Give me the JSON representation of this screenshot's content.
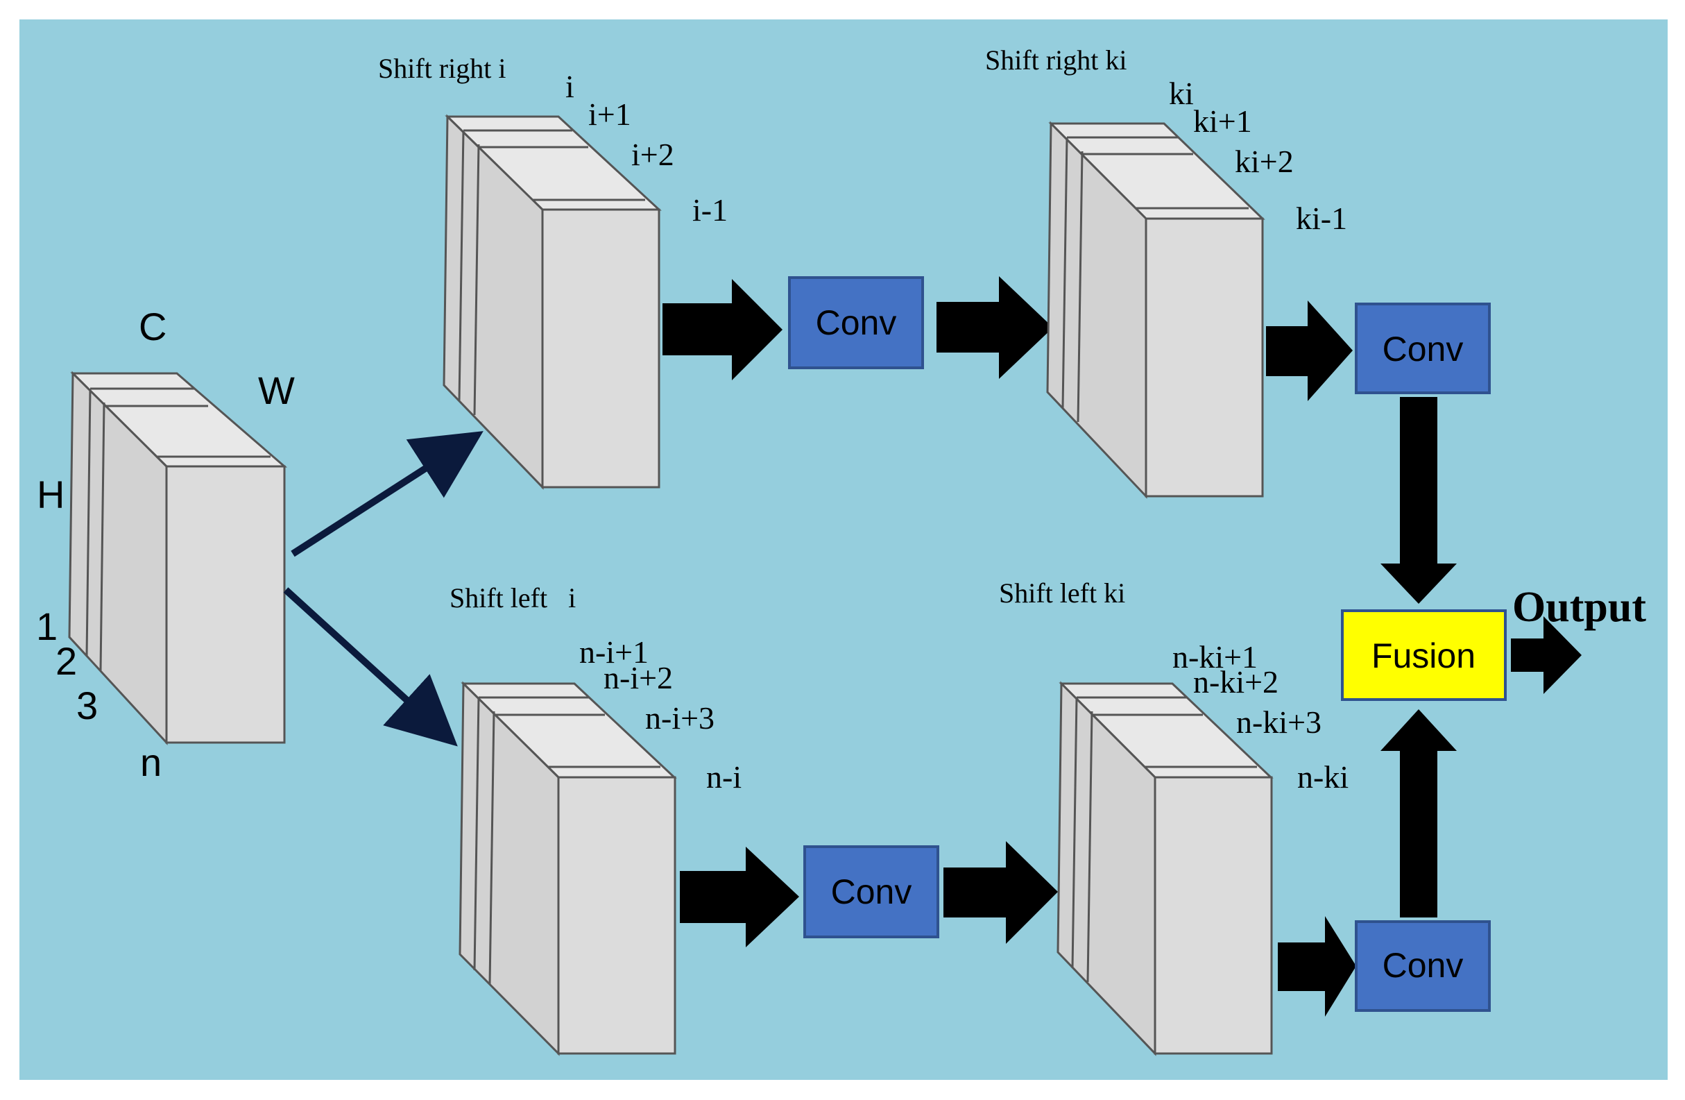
{
  "colors": {
    "background": "#ffffff",
    "panel": "#95cedd",
    "block_face": "#dcdcdc",
    "block_top": "#e8e8e8",
    "block_edge": "#555555",
    "conv_fill": "#4472c4",
    "conv_border": "#2f528f",
    "fusion_fill": "#ffff00",
    "arrow": "#000000",
    "thin_arrow": "#0b1a3c"
  },
  "input": {
    "label_c": "C",
    "label_w": "W",
    "label_h": "H",
    "index_1": "1",
    "index_2": "2",
    "index_3": "3",
    "index_n": "n"
  },
  "top_branch": {
    "title_1": "Shift right i",
    "slices_1": [
      "i",
      "i+1",
      "i+2",
      "i-1"
    ],
    "conv_1": "Conv",
    "title_2": "Shift right ki",
    "slices_2": [
      "ki",
      "ki+1",
      "ki+2",
      "ki-1"
    ],
    "conv_2": "Conv"
  },
  "bottom_branch": {
    "title_1": "Shift left   i",
    "slices_1": [
      "n-i+1",
      "n-i+2",
      "n-i+3",
      "n-i"
    ],
    "conv_1": "Conv",
    "title_2": "Shift left ki",
    "slices_2": [
      "n-ki+1",
      "n-ki+2",
      "n-ki+3",
      "n-ki"
    ],
    "conv_2": "Conv"
  },
  "fusion": {
    "label": "Fusion"
  },
  "output": {
    "label": "Output"
  }
}
